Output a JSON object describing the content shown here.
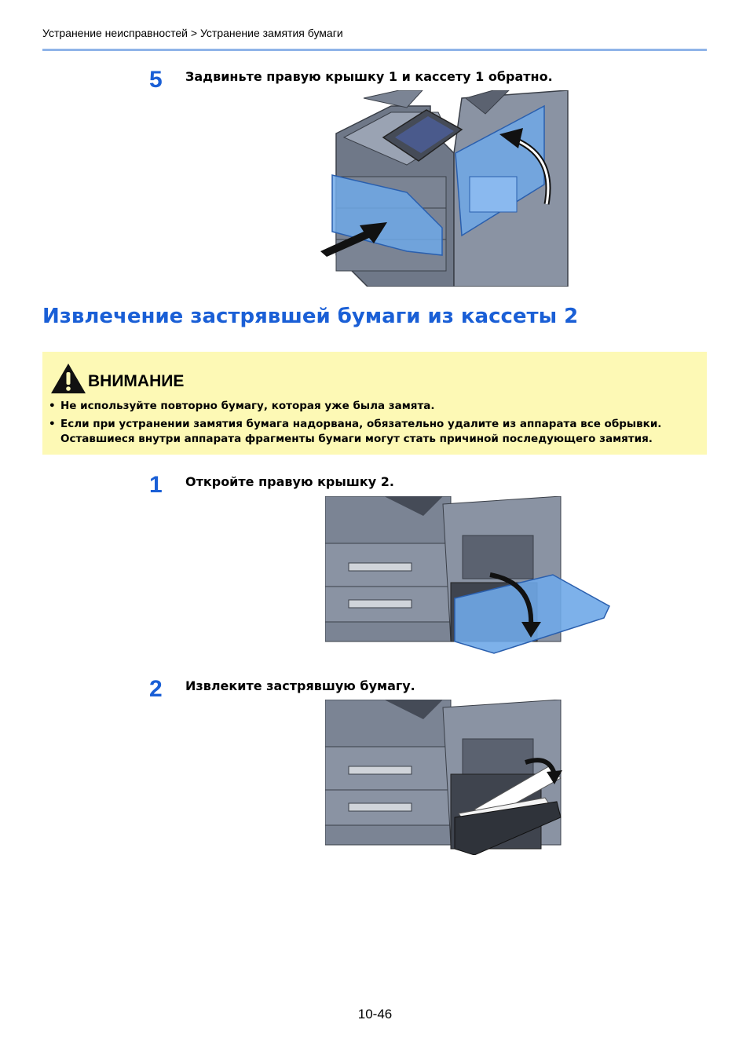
{
  "header": {
    "breadcrumb": "Устранение неисправностей > Устранение замятия бумаги"
  },
  "step5": {
    "number": "5",
    "text": "Задвиньте правую крышку 1 и кассету 1 обратно."
  },
  "section": {
    "title": "Извлечение застрявшей бумаги из кассеты 2"
  },
  "caution": {
    "heading": "ВНИМАНИЕ",
    "bullet": "•",
    "items": [
      "Не используйте повторно бумагу, которая уже была замята.",
      "Если при устранении замятия бумага надорвана, обязательно удалите из аппарата все обрывки. Оставшиеся внутри аппарата фрагменты бумаги могут стать причиной последующего замятия."
    ]
  },
  "step1": {
    "number": "1",
    "text": "Откройте правую крышку 2."
  },
  "step2": {
    "number": "2",
    "text": "Извлеките застрявшую бумагу."
  },
  "colors": {
    "accent": "#1a5fd6",
    "rule": "#8fb4e8",
    "caution_bg": "#fdf9b5",
    "highlight": "#6fa8e8",
    "machine": "#7b8494"
  },
  "footer": {
    "page_number": "10-46"
  }
}
